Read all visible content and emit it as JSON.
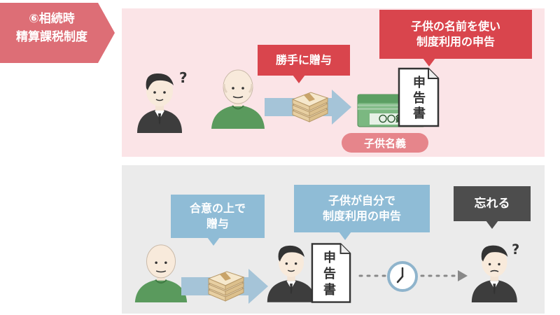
{
  "label": {
    "line1": "⑥相続時",
    "line2": "精算課税制度"
  },
  "top": {
    "gift_bubble": "勝手に贈与",
    "child_name_bubble": {
      "line1": "子供の名前を使い",
      "line2": "制度利用の申告"
    },
    "bank_label": "〇〇銀行",
    "document_chars": [
      "申",
      "告",
      "書"
    ],
    "account_tag": "子供名義"
  },
  "bottom": {
    "agreed_bubble": {
      "line1": "合意の上で",
      "line2": "贈与"
    },
    "self_report_bubble": {
      "line1": "子供が自分で",
      "line2": "制度利用の申告"
    },
    "forget_bubble": "忘れる",
    "document_chars": [
      "申",
      "告",
      "書"
    ]
  },
  "colors": {
    "accent_red": "#d9454d",
    "accent_blue": "#8fbcd6",
    "panel_pink": "#fbe4e7",
    "panel_gray": "#ebebeb",
    "arrow_blue": "#a5c4d8"
  }
}
